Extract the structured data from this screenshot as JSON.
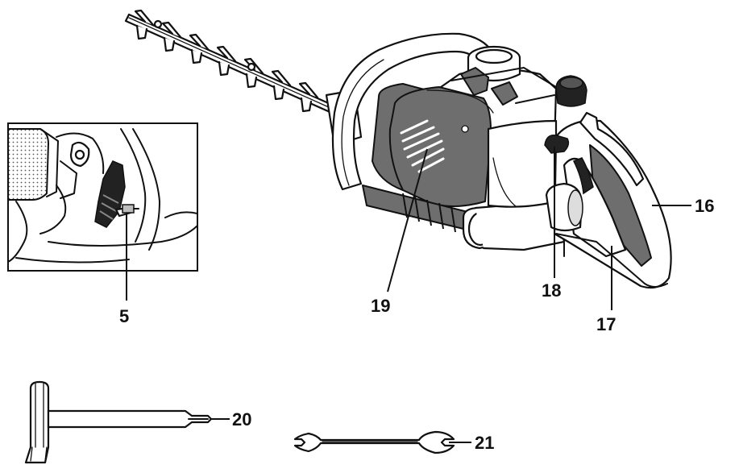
{
  "figure": {
    "callouts": {
      "fuel_adjust_screw": "5",
      "rear_handle": "16",
      "rear_handle_grip": "17",
      "stop_switch": "18",
      "cylinder_cover": "19",
      "spark_plug_wrench": "20",
      "open_end_wrench": "21"
    }
  }
}
